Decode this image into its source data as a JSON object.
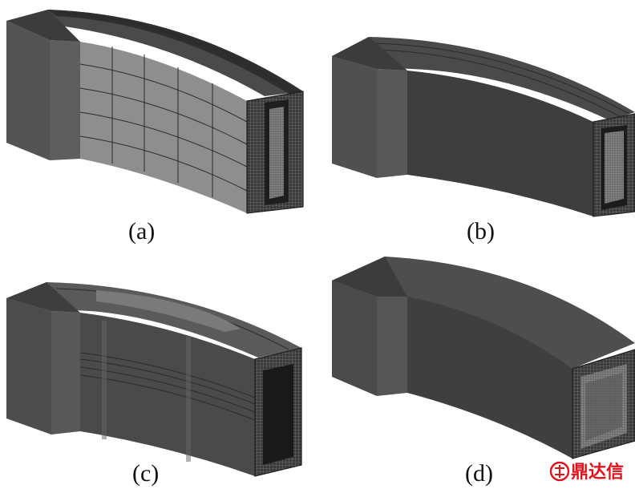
{
  "figure": {
    "panels": [
      {
        "id": "a",
        "caption": "(a)"
      },
      {
        "id": "b",
        "caption": "(b)"
      },
      {
        "id": "c",
        "caption": "(c)"
      },
      {
        "id": "d",
        "caption": "(d)"
      }
    ]
  },
  "watermark": {
    "text": "鼎达信",
    "logo_color": "#e0111b"
  },
  "colors": {
    "beam_dark": "#3c3c3c",
    "beam_mid": "#555555",
    "beam_light": "#8e8e8e",
    "mesh": "#9a9a9a"
  }
}
